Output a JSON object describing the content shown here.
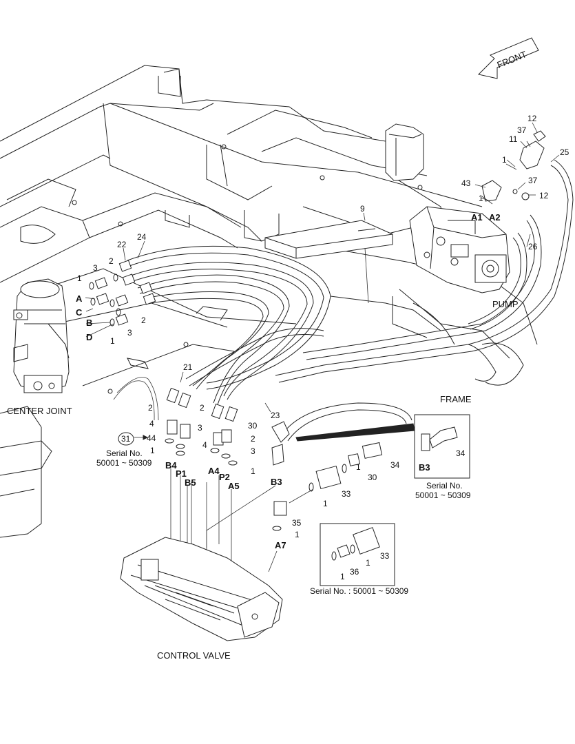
{
  "direction_arrow": "FRONT",
  "sections": {
    "center_joint": "CENTER JOINT",
    "pump": "PUMP",
    "frame": "FRAME",
    "control_valve": "CONTROL VALVE"
  },
  "serial_notes": {
    "left": [
      "Serial No.",
      "50001 ~ 50309"
    ],
    "right": [
      "Serial No.",
      "50001 ~ 50309"
    ],
    "bottom": "Serial No. : 50001 ~ 50309"
  },
  "ports": {
    "A": "A",
    "B": "B",
    "C": "C",
    "D": "D",
    "A1": "A1",
    "A2": "A2",
    "B4": "B4",
    "P1": "P1",
    "B5": "B5",
    "A4": "A4",
    "P2": "P2",
    "A5": "A5",
    "B3_main": "B3",
    "B3_detail": "B3",
    "A7": "A7"
  },
  "callouts": {
    "c12_top": "12",
    "c37_top": "37",
    "c11": "11",
    "c25": "25",
    "c1_pump_top": "1",
    "c43": "43",
    "c37_mid": "37",
    "c1_pump_mid": "1",
    "c12_mid": "12",
    "c9": "9",
    "c26": "26",
    "c22": "22",
    "c24": "24",
    "c3_a": "3",
    "c2_a": "2",
    "c1_a": "1",
    "c2_b": "2",
    "c1_b": "1",
    "c3_b": "3",
    "c21": "21",
    "c23": "23",
    "c2_l": "2",
    "c4_l": "4",
    "c1_l": "1",
    "c2_r1": "2",
    "c30_r": "30",
    "c3_r1": "3",
    "c2_r2": "2",
    "c4_r": "4",
    "c3_r2": "3",
    "c1_r": "1",
    "c31": "31",
    "c44": "44",
    "c30_m": "30",
    "c1_m": "1",
    "c34": "34",
    "c33_m": "33",
    "c1_n": "1",
    "c35": "35",
    "c1_o": "1",
    "c34_d": "34",
    "c33_d": "33",
    "c1_d1": "1",
    "c36": "36",
    "c1_d2": "1"
  }
}
